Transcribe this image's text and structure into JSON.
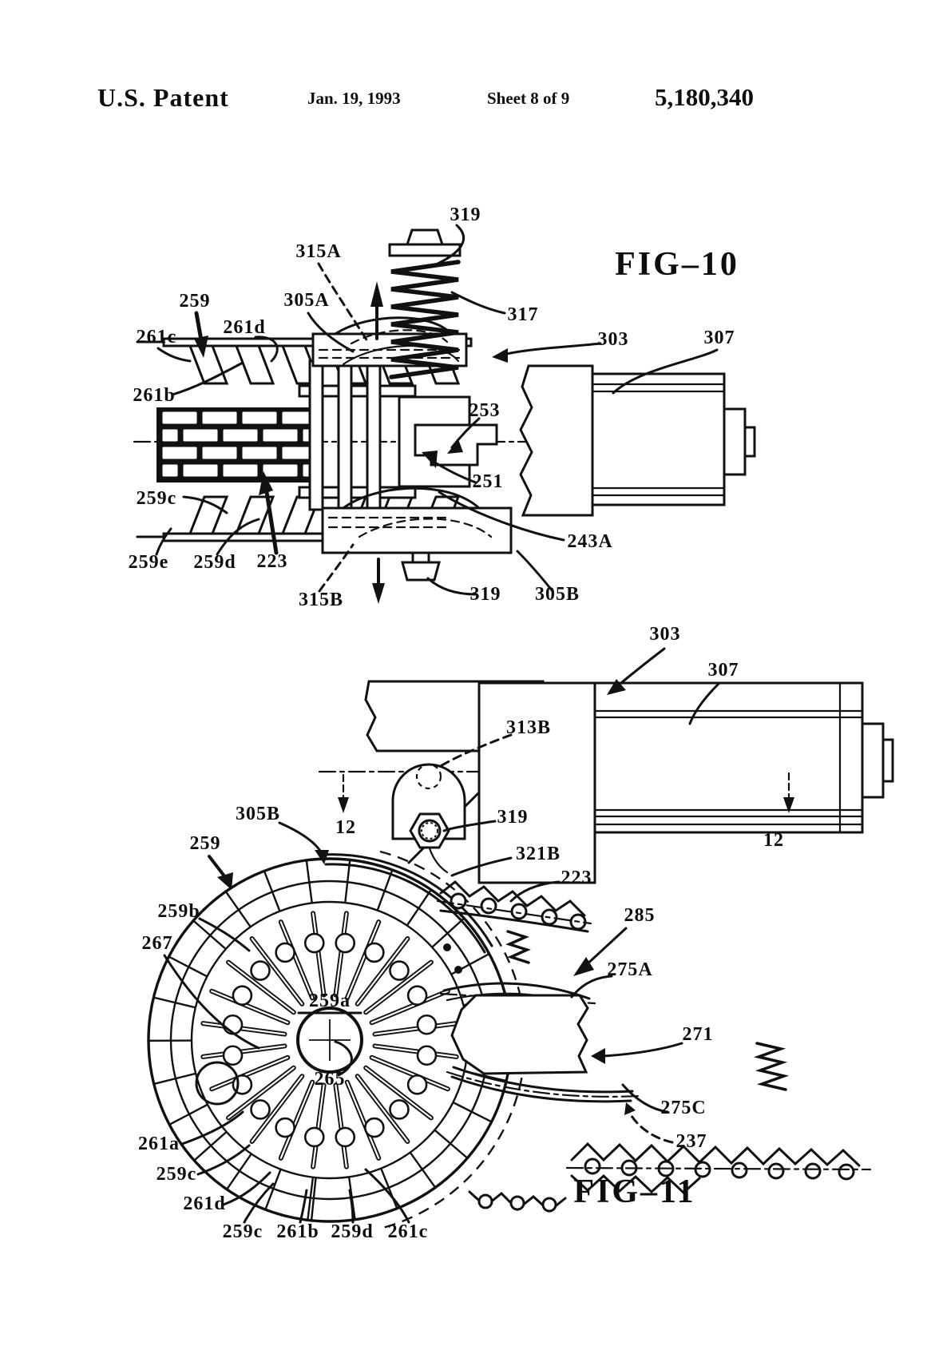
{
  "header": {
    "title": "U.S. Patent",
    "date": "Jan. 19, 1993",
    "sheet": "Sheet 8 of 9",
    "patent_number": "5,180,340"
  },
  "fig10": {
    "caption": "FIG–10",
    "labels": {
      "n319_top": "319",
      "n315A": "315A",
      "n317": "317",
      "n259": "259",
      "n305A": "305A",
      "n261c": "261c",
      "n261d": "261d",
      "n303": "303",
      "n307": "307",
      "n261b": "261b",
      "n253": "253",
      "n251": "251",
      "n259c": "259c",
      "n243A": "243A",
      "n259e": "259e",
      "n259d": "259d",
      "n223": "223",
      "n315B": "315B",
      "n319_bottom": "319",
      "n305B": "305B"
    }
  },
  "fig11": {
    "caption": "FIG–11",
    "labels": {
      "n303": "303",
      "n307": "307",
      "n313B": "313B",
      "n305B": "305B",
      "n12_left": "12",
      "n12_right": "12",
      "n319": "319",
      "n321B": "321B",
      "n259": "259",
      "n223": "223",
      "n259b": "259b",
      "n285": "285",
      "n267": "267",
      "n275A": "275A",
      "n259a": "259a",
      "n271": "271",
      "n265": "265",
      "n275C": "275C",
      "n237": "237",
      "n261a": "261a",
      "n259c_left": "259c",
      "n261d_left": "261d",
      "n259c_bottom": "259c",
      "n261b_bottom": "261b",
      "n259d_bottom": "259d",
      "n261c_bottom": "261c"
    }
  }
}
